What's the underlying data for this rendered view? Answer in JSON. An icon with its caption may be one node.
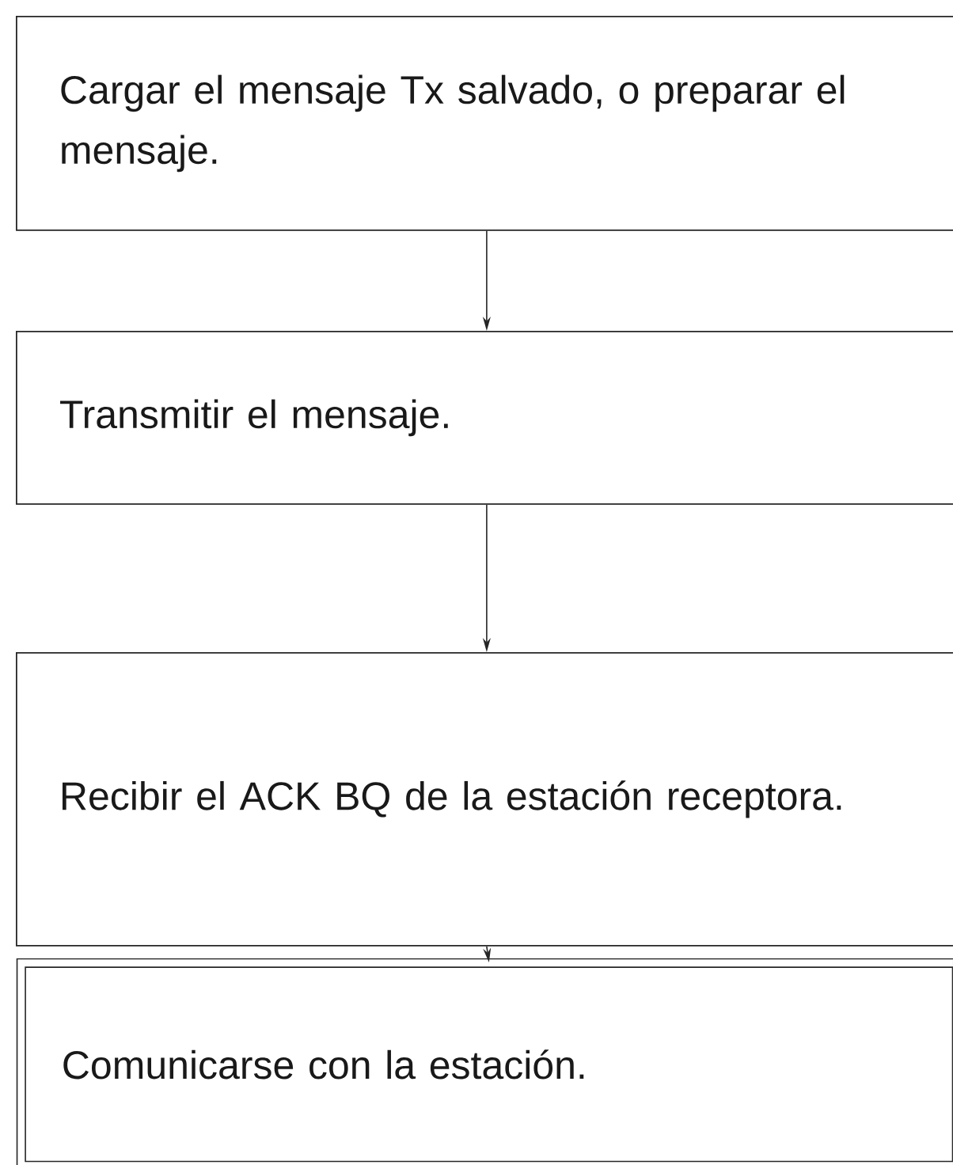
{
  "diagram": {
    "nodes": [
      {
        "text": [
          "Cargar el mensaje Tx salvado, o preparar el mensaje."
        ]
      },
      {
        "text": [
          "Transmitir el mensaje."
        ]
      },
      {
        "text": [
          "Recibir el ACK BQ de la estación receptora."
        ]
      },
      {
        "text": [
          "Comunicarse con la estación."
        ]
      }
    ],
    "edges": [
      {
        "from": 0,
        "to": 1,
        "arrow": "to"
      },
      {
        "from": 1,
        "to": 2,
        "arrow": "to"
      },
      {
        "from": 2,
        "to": 3,
        "arrow": "to"
      }
    ]
  }
}
